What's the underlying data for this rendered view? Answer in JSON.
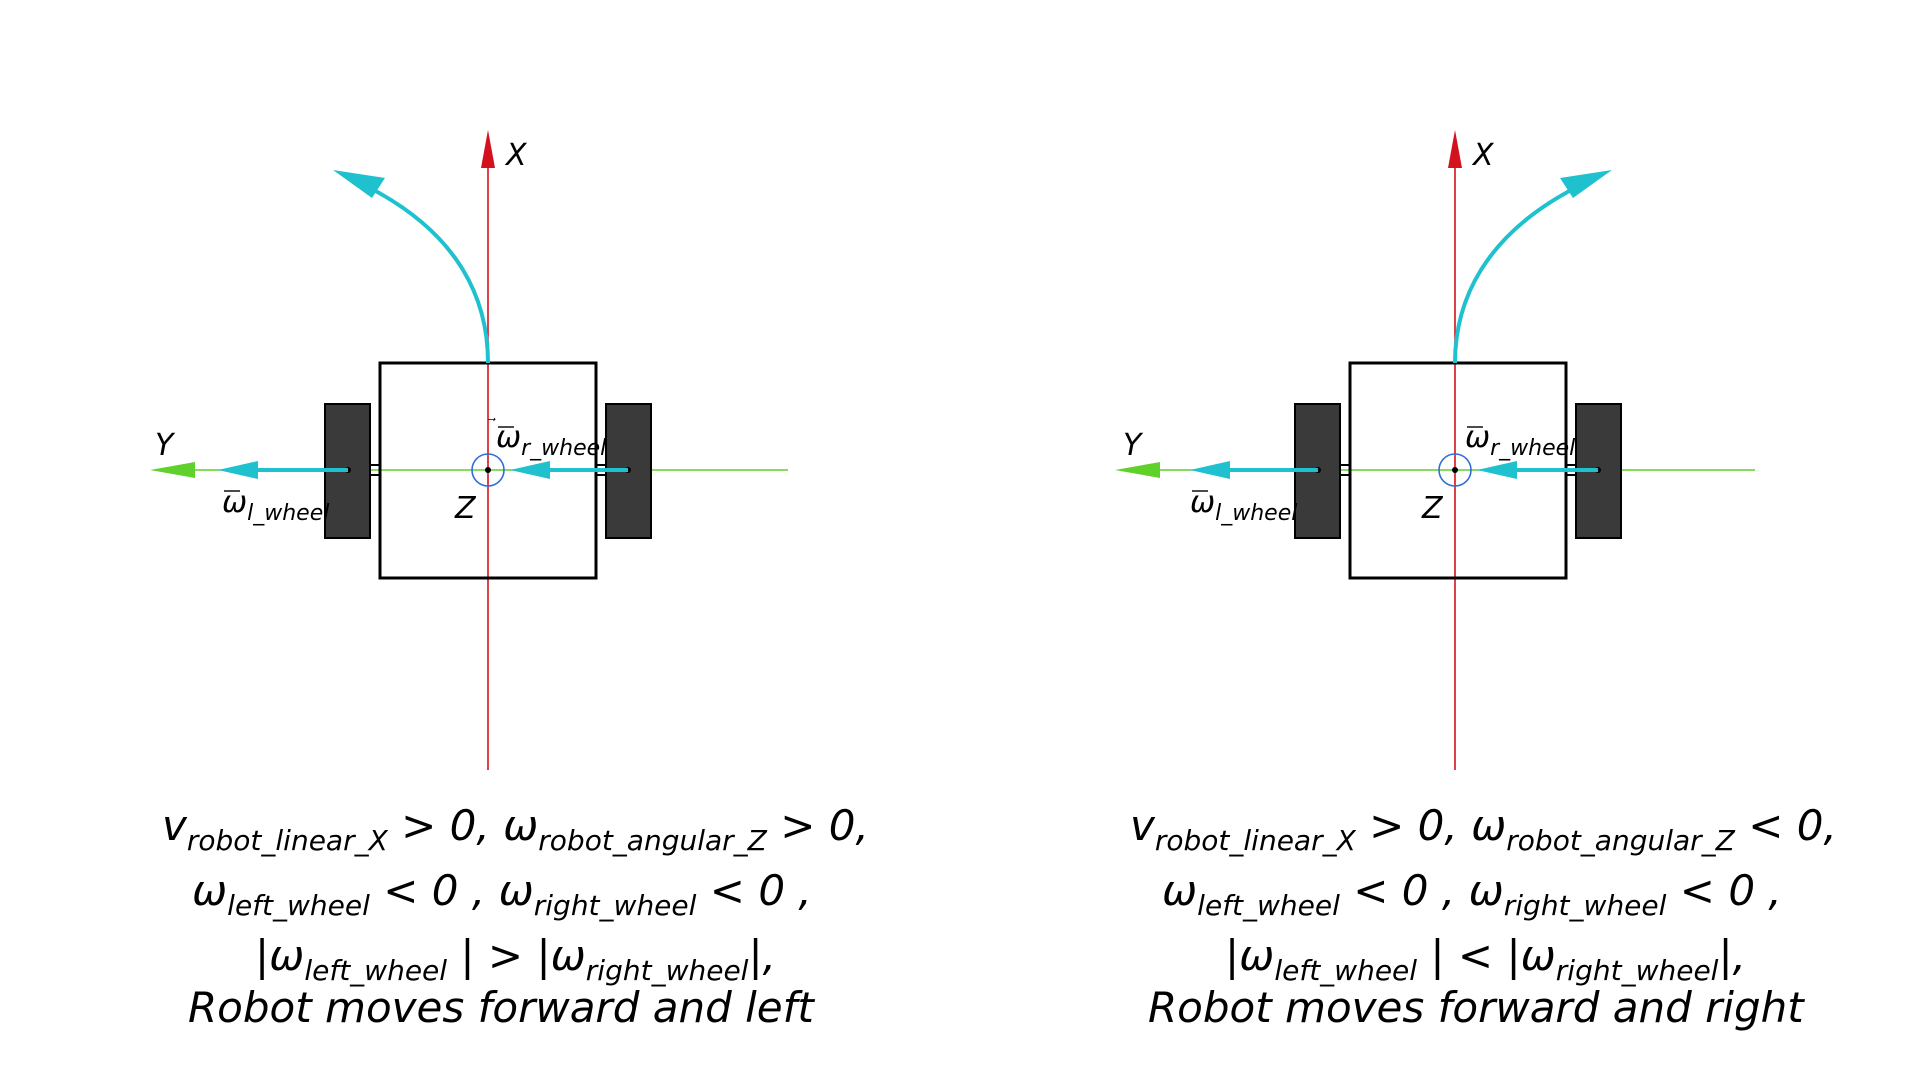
{
  "colors": {
    "x_axis": "#d4121e",
    "y_axis": "#5fd12a",
    "motion": "#1fc1cf",
    "wheel": "#3a3a3a",
    "frame": "#000000",
    "z_marker": "#2f6fd6"
  },
  "panels": [
    {
      "axis_x": "X",
      "axis_y": "Y",
      "axis_z": "Z",
      "omega_symbol": "ω",
      "left_wheel_sub": "l_wheel",
      "right_wheel_sub": "r_wheel",
      "turn": "left",
      "cond1": {
        "v": "v",
        "v_sub": "robot_linear_X",
        "rel1": " > 0, ",
        "w": "ω",
        "w_sub": "robot_angular_Z",
        "rel2": " > 0,"
      },
      "cond2": {
        "w1": "ω",
        "w1_sub": "left_wheel",
        "rel1": " < 0 , ",
        "w2": "ω",
        "w2_sub": "right_wheel",
        "rel2": " < 0 ,"
      },
      "cond3": {
        "open1": "|ω",
        "w1_sub": "left_wheel",
        "mid": " | > |ω",
        "w2_sub": "right_wheel",
        "close": "|,"
      },
      "caption": "Robot moves forward and left"
    },
    {
      "axis_x": "X",
      "axis_y": "Y",
      "axis_z": "Z",
      "omega_symbol": "ω",
      "left_wheel_sub": "l_wheel",
      "right_wheel_sub": "r_wheel",
      "turn": "right",
      "cond1": {
        "v": "v",
        "v_sub": "robot_linear_X",
        "rel1": " > 0, ",
        "w": "ω",
        "w_sub": "robot_angular_Z",
        "rel2": " < 0,"
      },
      "cond2": {
        "w1": "ω",
        "w1_sub": "left_wheel",
        "rel1": " < 0 , ",
        "w2": "ω",
        "w2_sub": "right_wheel",
        "rel2": " < 0 ,"
      },
      "cond3": {
        "open1": "|ω",
        "w1_sub": "left_wheel",
        "mid": " | < |ω",
        "w2_sub": "right_wheel",
        "close": "|,"
      },
      "caption": "Robot moves forward and right"
    }
  ]
}
